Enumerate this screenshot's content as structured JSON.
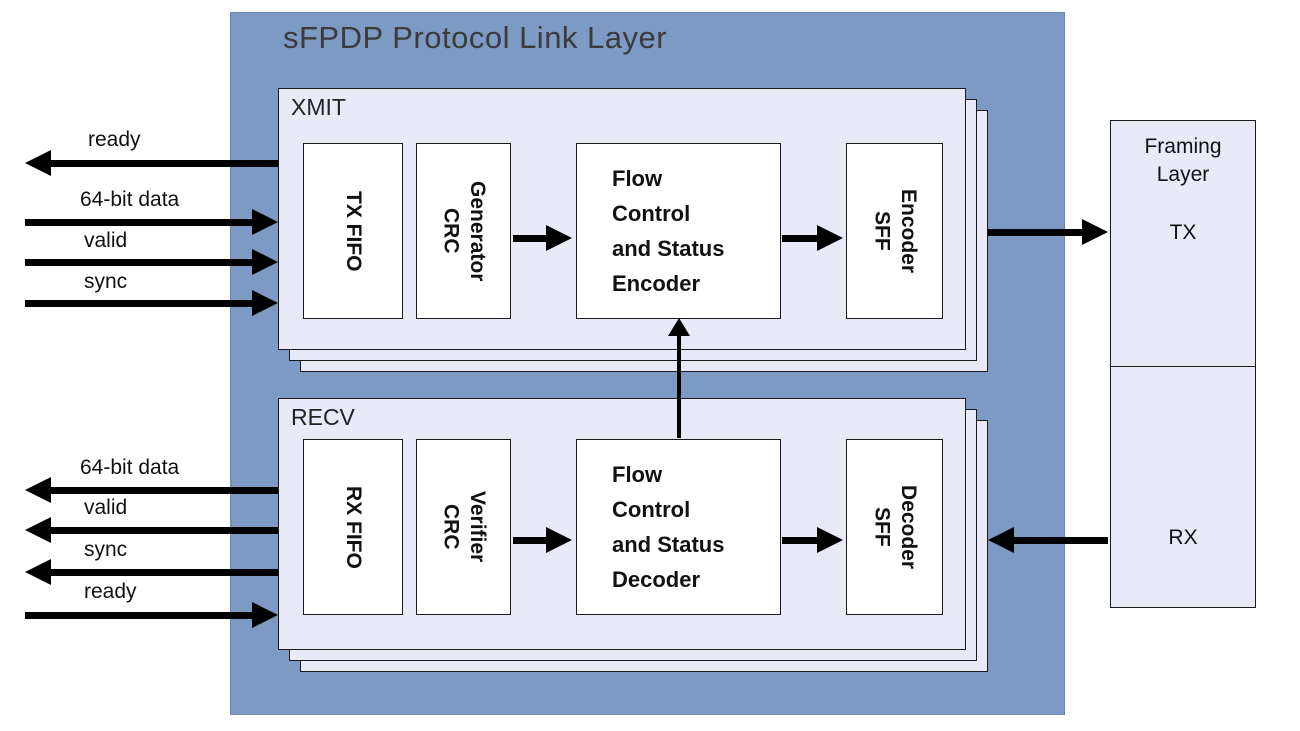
{
  "title": "sFPDP Protocol Link Layer",
  "xmit": {
    "label": "XMIT",
    "tx_fifo": "TX FIFO",
    "crc_generator": "CRC\nGenerator",
    "flow_encoder": "Flow\nControl\nand Status\nEncoder",
    "sff_encoder": "SFF\nEncoder"
  },
  "recv": {
    "label": "RECV",
    "rx_fifo": "RX FIFO",
    "crc_verifier": "CRC\nVerifier",
    "flow_decoder": "Flow\nControl\nand Status\nDecoder",
    "sff_decoder": "SFF\nDecoder"
  },
  "framing": {
    "title": "Framing\nLayer",
    "tx": "TX",
    "rx": "RX"
  },
  "signals": {
    "xmit": [
      {
        "label": "ready",
        "direction": "out"
      },
      {
        "label": "64-bit data",
        "direction": "in"
      },
      {
        "label": "valid",
        "direction": "in"
      },
      {
        "label": "sync",
        "direction": "in"
      }
    ],
    "recv": [
      {
        "label": "64-bit data",
        "direction": "out"
      },
      {
        "label": "valid",
        "direction": "out"
      },
      {
        "label": "sync",
        "direction": "out"
      },
      {
        "label": "ready",
        "direction": "in"
      }
    ]
  },
  "colors": {
    "container": "#7D9AC4",
    "block_fill": "#E9EAF8",
    "box_fill": "#FFFFFF",
    "arrow": "#000000"
  }
}
